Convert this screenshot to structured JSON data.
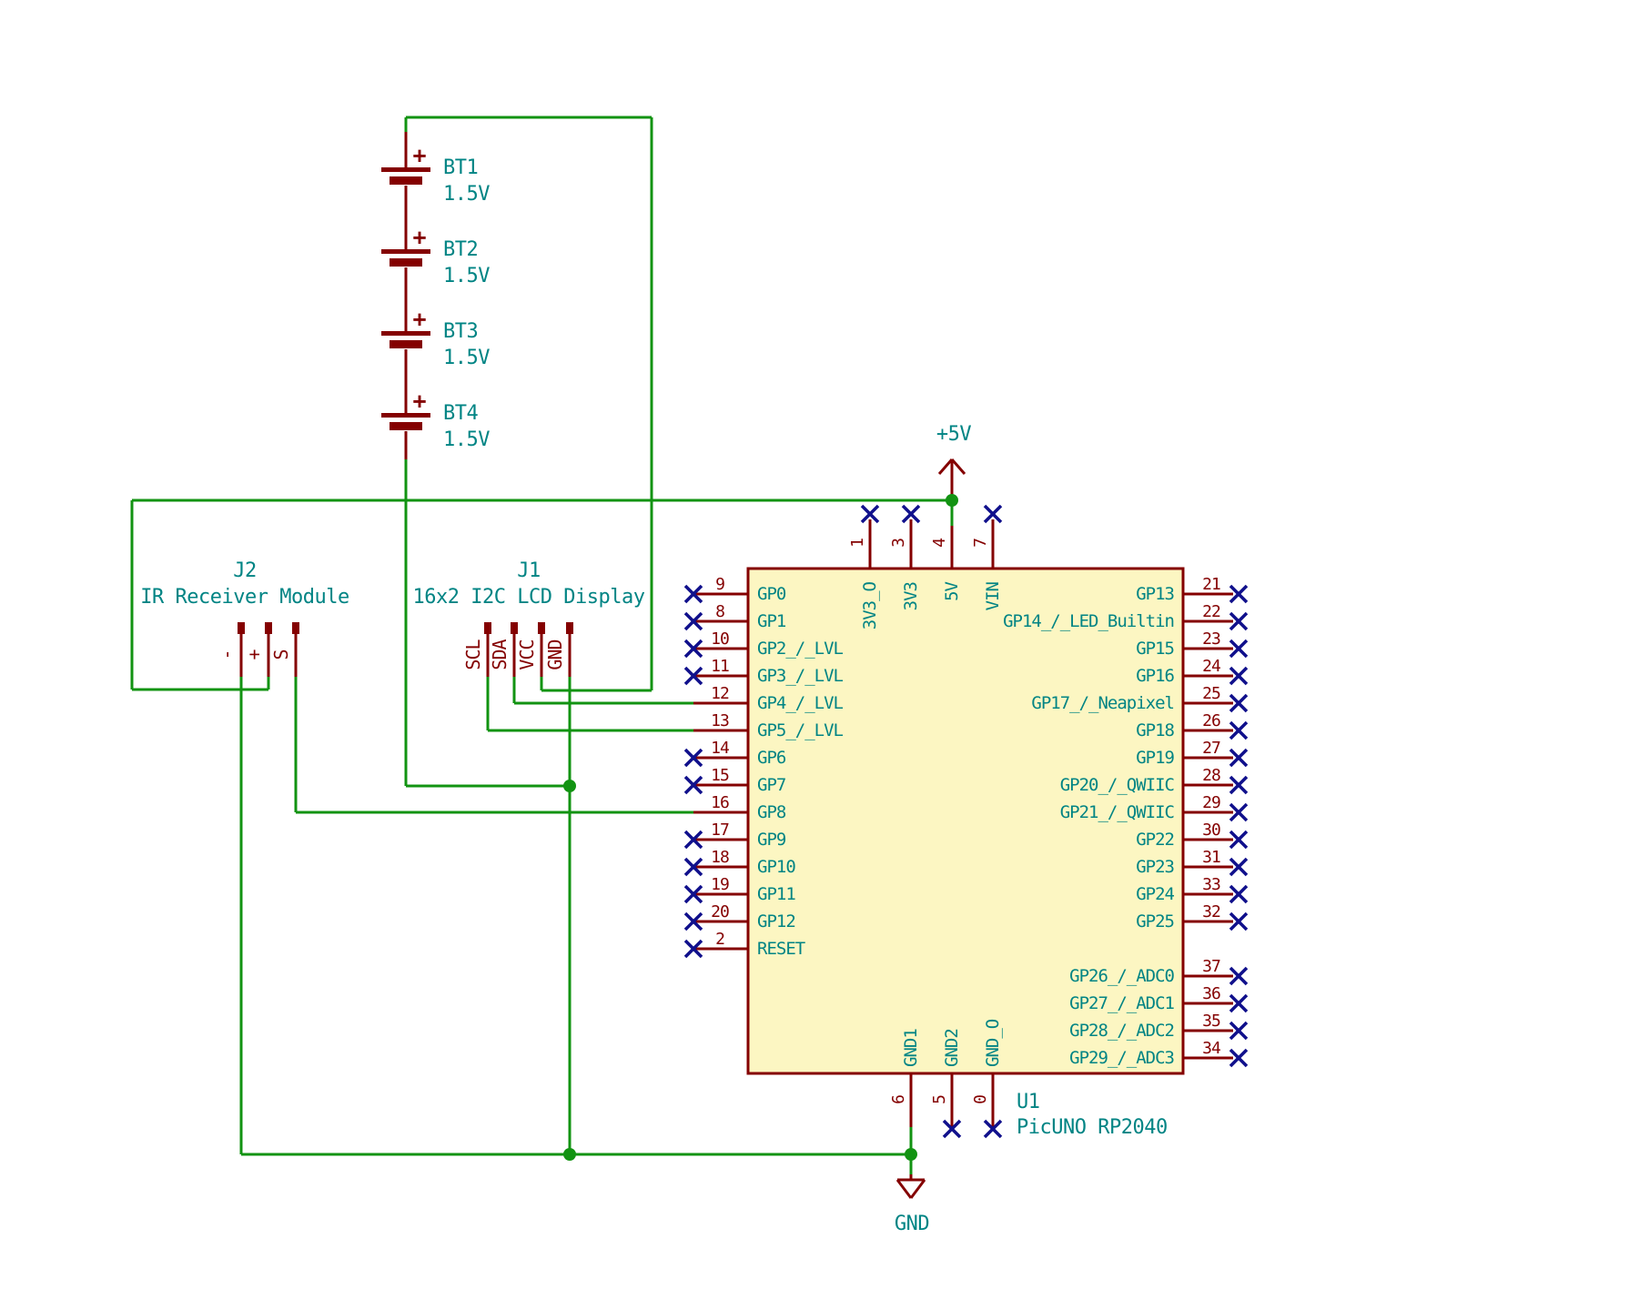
{
  "schematic": {
    "plus_mark": "+",
    "power_labels": {
      "plus5v": "+5V",
      "gnd": "GND"
    },
    "batteries": [
      {
        "ref": "BT1",
        "value": "1.5V"
      },
      {
        "ref": "BT2",
        "value": "1.5V"
      },
      {
        "ref": "BT3",
        "value": "1.5V"
      },
      {
        "ref": "BT4",
        "value": "1.5V"
      }
    ],
    "j2": {
      "ref": "J2",
      "desc": "IR Receiver Module",
      "pins": [
        "-",
        "+",
        "S"
      ]
    },
    "j1": {
      "ref": "J1",
      "desc": "16x2 I2C LCD Display",
      "pins": [
        "SCL",
        "SDA",
        "VCC",
        "GND"
      ]
    },
    "u1": {
      "ref": "U1",
      "value": "PicUNO RP2040",
      "left_pins": [
        {
          "num": "9",
          "name": "GP0",
          "nc": true
        },
        {
          "num": "8",
          "name": "GP1",
          "nc": true
        },
        {
          "num": "10",
          "name": "GP2_/_LVL",
          "nc": true
        },
        {
          "num": "11",
          "name": "GP3_/_LVL",
          "nc": true
        },
        {
          "num": "12",
          "name": "GP4_/_LVL",
          "nc": false
        },
        {
          "num": "13",
          "name": "GP5_/_LVL",
          "nc": false
        },
        {
          "num": "14",
          "name": "GP6",
          "nc": true
        },
        {
          "num": "15",
          "name": "GP7",
          "nc": true
        },
        {
          "num": "16",
          "name": "GP8",
          "nc": false
        },
        {
          "num": "17",
          "name": "GP9",
          "nc": true
        },
        {
          "num": "18",
          "name": "GP10",
          "nc": true
        },
        {
          "num": "19",
          "name": "GP11",
          "nc": true
        },
        {
          "num": "20",
          "name": "GP12",
          "nc": true
        },
        {
          "num": "2",
          "name": "RESET",
          "nc": true
        }
      ],
      "right_pins": [
        {
          "num": "21",
          "name": "GP13",
          "nc": true
        },
        {
          "num": "22",
          "name": "GP14_/_LED_Builtin",
          "nc": true
        },
        {
          "num": "23",
          "name": "GP15",
          "nc": true
        },
        {
          "num": "24",
          "name": "GP16",
          "nc": true
        },
        {
          "num": "25",
          "name": "GP17_/_Neapixel",
          "nc": true
        },
        {
          "num": "26",
          "name": "GP18",
          "nc": true
        },
        {
          "num": "27",
          "name": "GP19",
          "nc": true
        },
        {
          "num": "28",
          "name": "GP20_/_QWIIC",
          "nc": true
        },
        {
          "num": "29",
          "name": "GP21_/_QWIIC",
          "nc": true
        },
        {
          "num": "30",
          "name": "GP22",
          "nc": true
        },
        {
          "num": "31",
          "name": "GP23",
          "nc": true
        },
        {
          "num": "33",
          "name": "GP24",
          "nc": true
        },
        {
          "num": "32",
          "name": "GP25",
          "nc": true
        }
      ],
      "right_adc_pins": [
        {
          "num": "37",
          "name": "GP26_/_ADC0",
          "nc": true
        },
        {
          "num": "36",
          "name": "GP27_/_ADC1",
          "nc": true
        },
        {
          "num": "35",
          "name": "GP28_/_ADC2",
          "nc": true
        },
        {
          "num": "34",
          "name": "GP29_/_ADC3",
          "nc": true
        }
      ],
      "top_pins": [
        {
          "num": "1",
          "name": "3V3_O",
          "nc": true
        },
        {
          "num": "3",
          "name": "3V3",
          "nc": true
        },
        {
          "num": "4",
          "name": "5V",
          "nc": false
        },
        {
          "num": "7",
          "name": "VIN",
          "nc": true
        }
      ],
      "bottom_pins": [
        {
          "num": "6",
          "name": "GND1",
          "nc": false
        },
        {
          "num": "5",
          "name": "GND2",
          "nc": true
        },
        {
          "num": "0",
          "name": "GND_O",
          "nc": true
        }
      ]
    },
    "colors": {
      "wire": "#129312",
      "symbol": "#840000",
      "text": "#008484",
      "no_connect": "#10108C",
      "chip_fill": "#FCF6C2"
    }
  }
}
